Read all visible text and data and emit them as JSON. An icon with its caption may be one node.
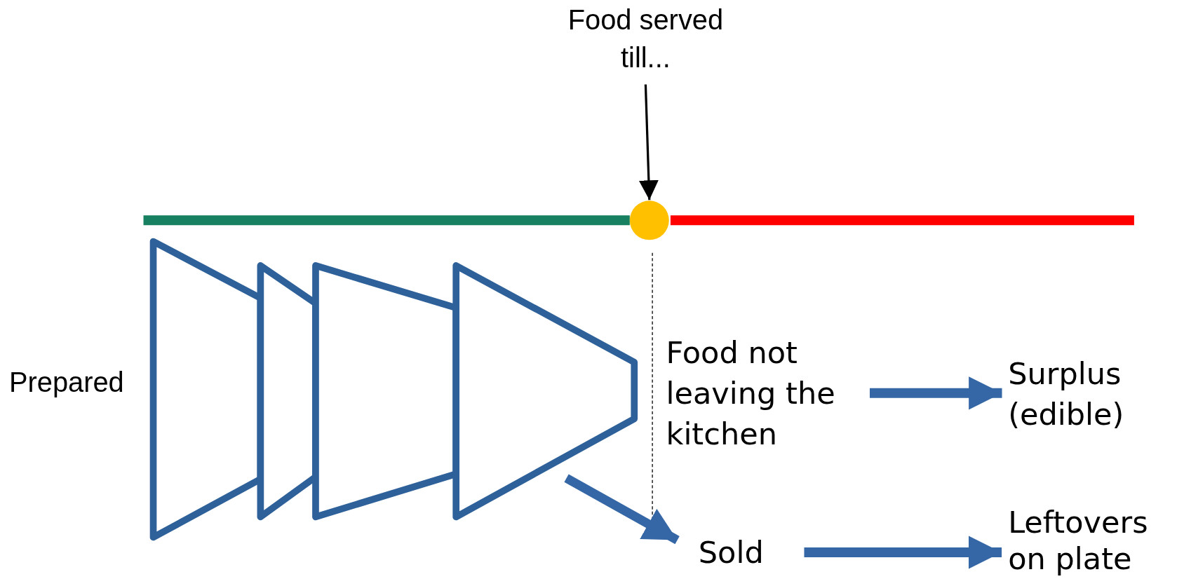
{
  "diagram": {
    "nodes": [
      {
        "text": [
          "Food served till..."
        ]
      },
      {
        "text": [],
        "shape": "circle"
      },
      {
        "text": [],
        "shape": "funnel",
        "beside": [
          "Prepared"
        ]
      },
      {
        "text": [
          "Food not leaving the kitchen"
        ]
      },
      {
        "text": [
          "Surplus (edible)"
        ]
      },
      {
        "text": [
          "Sold"
        ]
      },
      {
        "text": [
          "Leftovers on plate"
        ]
      }
    ],
    "edges": [
      {
        "from": 0,
        "to": 1,
        "arrow": "to",
        "color": "#000000"
      },
      {
        "from": 2,
        "to": 5,
        "arrow": "to"
      },
      {
        "from": 3,
        "to": 4,
        "arrow": "to"
      },
      {
        "from": 5,
        "to": 6,
        "arrow": "to"
      }
    ]
  }
}
